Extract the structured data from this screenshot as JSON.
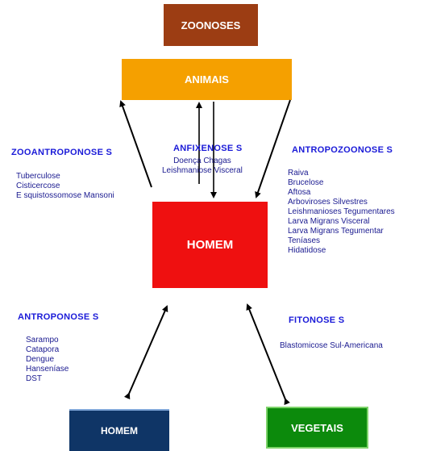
{
  "boxes": {
    "zoonoses": {
      "label": "ZOONOSES",
      "color": "#9c3d13"
    },
    "animais": {
      "label": "ANIMAIS",
      "color": "#f5a000"
    },
    "homem_center": {
      "label": "HOMEM",
      "color": "#ef1010"
    },
    "homem_bottom": {
      "label": "HOMEM",
      "color": "#0f3566"
    },
    "vegetais": {
      "label": "VEGETAIS",
      "color": "#0c8a0c"
    }
  },
  "groups": {
    "zooantroponoses": {
      "title": "ZOOANTROPONOSE S",
      "items": [
        "Tuberculose",
        "Cisticercose",
        "E squistossomose Mansoni"
      ]
    },
    "anfixenoses": {
      "title": "ANFIXENOSE S",
      "items": [
        "Doença Chagas",
        "Leishmaniose Visceral"
      ]
    },
    "antropozoonoses": {
      "title": "ANTROPOZOONOSE S",
      "items": [
        "Raiva",
        "Brucelose",
        "Aftosa",
        "Arboviroses Silvestres",
        "Leishmanioses Tegumentares",
        "Larva Migrans Visceral",
        "Larva Migrans Tegumentar",
        "Teníases",
        "Hidatidose"
      ]
    },
    "antroponoses": {
      "title": "ANTROPONOSE S",
      "items": [
        "Sarampo",
        "Catapora",
        "Dengue",
        "Hanseníase",
        "DST"
      ]
    },
    "fitonoses": {
      "title": "FITONOSE S",
      "items": [
        "Blastomicose Sul-Americana"
      ]
    }
  }
}
